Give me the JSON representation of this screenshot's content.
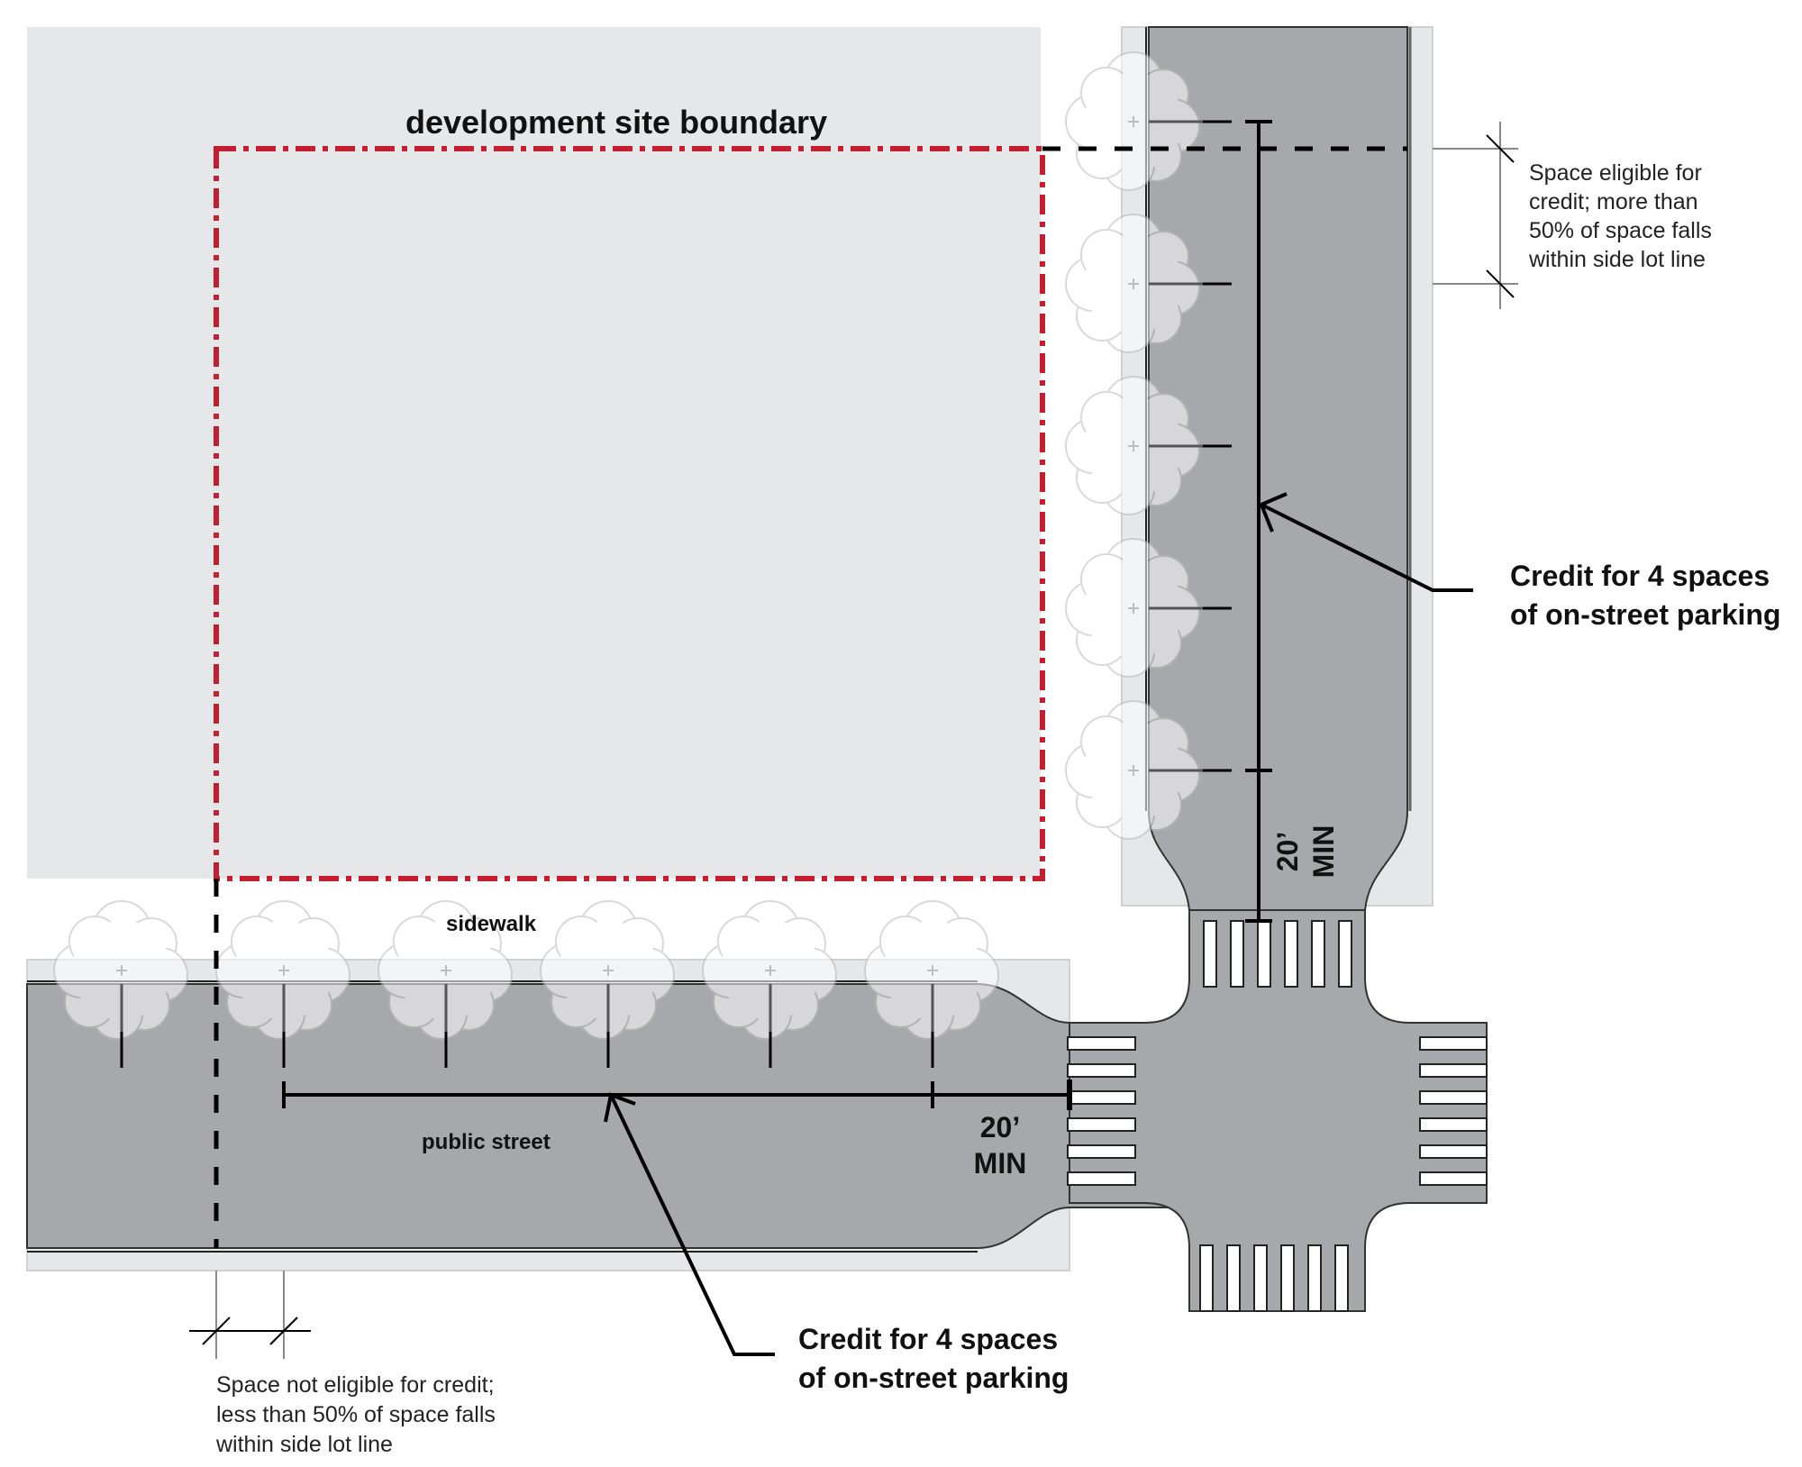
{
  "labels": {
    "site_boundary": "development site boundary",
    "sidewalk": "sidewalk",
    "public_street": "public street",
    "dim_min_line1": "20’",
    "dim_min_line2": "MIN",
    "credit_right": [
      "Credit for 4 spaces",
      "of on-street parking"
    ],
    "credit_bottom": [
      "Credit for 4 spaces",
      "of on-street parking"
    ],
    "eligible_note": [
      "Space eligible for",
      "credit; more than",
      "50% of space falls",
      "within side lot line"
    ],
    "not_eligible_note": [
      "Space not eligible for credit;",
      "less than 50% of space falls",
      "within side lot line"
    ]
  },
  "colors": {
    "site": "#e6e7e9",
    "road": "#a7a8ab",
    "sidewalk": "#e6e7e9",
    "boundary": "#c41e30",
    "tree": "#f2f2f2",
    "ink": "#000000"
  },
  "parking": {
    "horizontal_street_credited_spaces": 4,
    "vertical_street_credited_spaces": 4,
    "min_clearance_from_crosswalk_ft": 20
  }
}
